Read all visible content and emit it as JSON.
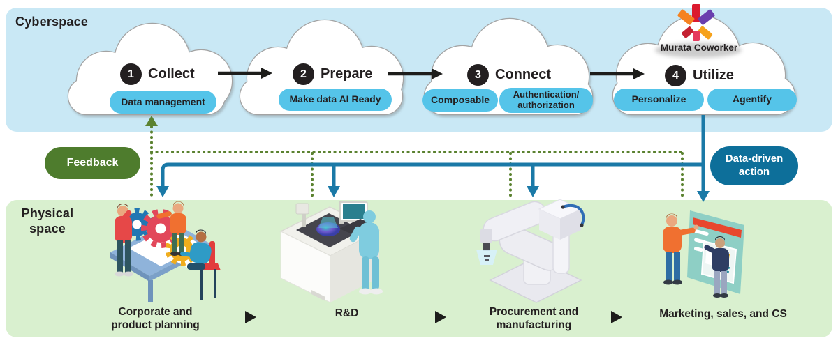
{
  "cyberspace": {
    "label": "Cyberspace",
    "coworker": "Murata Coworker",
    "steps": [
      {
        "number": "1",
        "title": "Collect",
        "tags": [
          "Data management"
        ]
      },
      {
        "number": "2",
        "title": "Prepare",
        "tags": [
          "Make data AI Ready"
        ]
      },
      {
        "number": "3",
        "title": "Connect",
        "tags": [
          "Composable",
          "Authentication/\nauthorization"
        ]
      },
      {
        "number": "4",
        "title": "Utilize",
        "tags": [
          "Personalize",
          "Agentify"
        ]
      }
    ]
  },
  "flows": {
    "feedback": "Feedback",
    "action": "Data-driven\naction"
  },
  "physical": {
    "label": "Physical\nspace",
    "stages": [
      "Corporate and\nproduct planning",
      "R&D",
      "Procurement and\nmanufacturing",
      "Marketing, sales, and CS"
    ]
  },
  "colors": {
    "cyberspace_bg": "#c9e8f5",
    "physical_bg": "#d9f0cf",
    "tag_bg": "#55c4e9",
    "feedback_bg": "#4e7c2d",
    "action_bg": "#0d6f9a",
    "blue_flow": "#1a79a7",
    "green_flow": "#5b8230",
    "text": "#231f20"
  }
}
